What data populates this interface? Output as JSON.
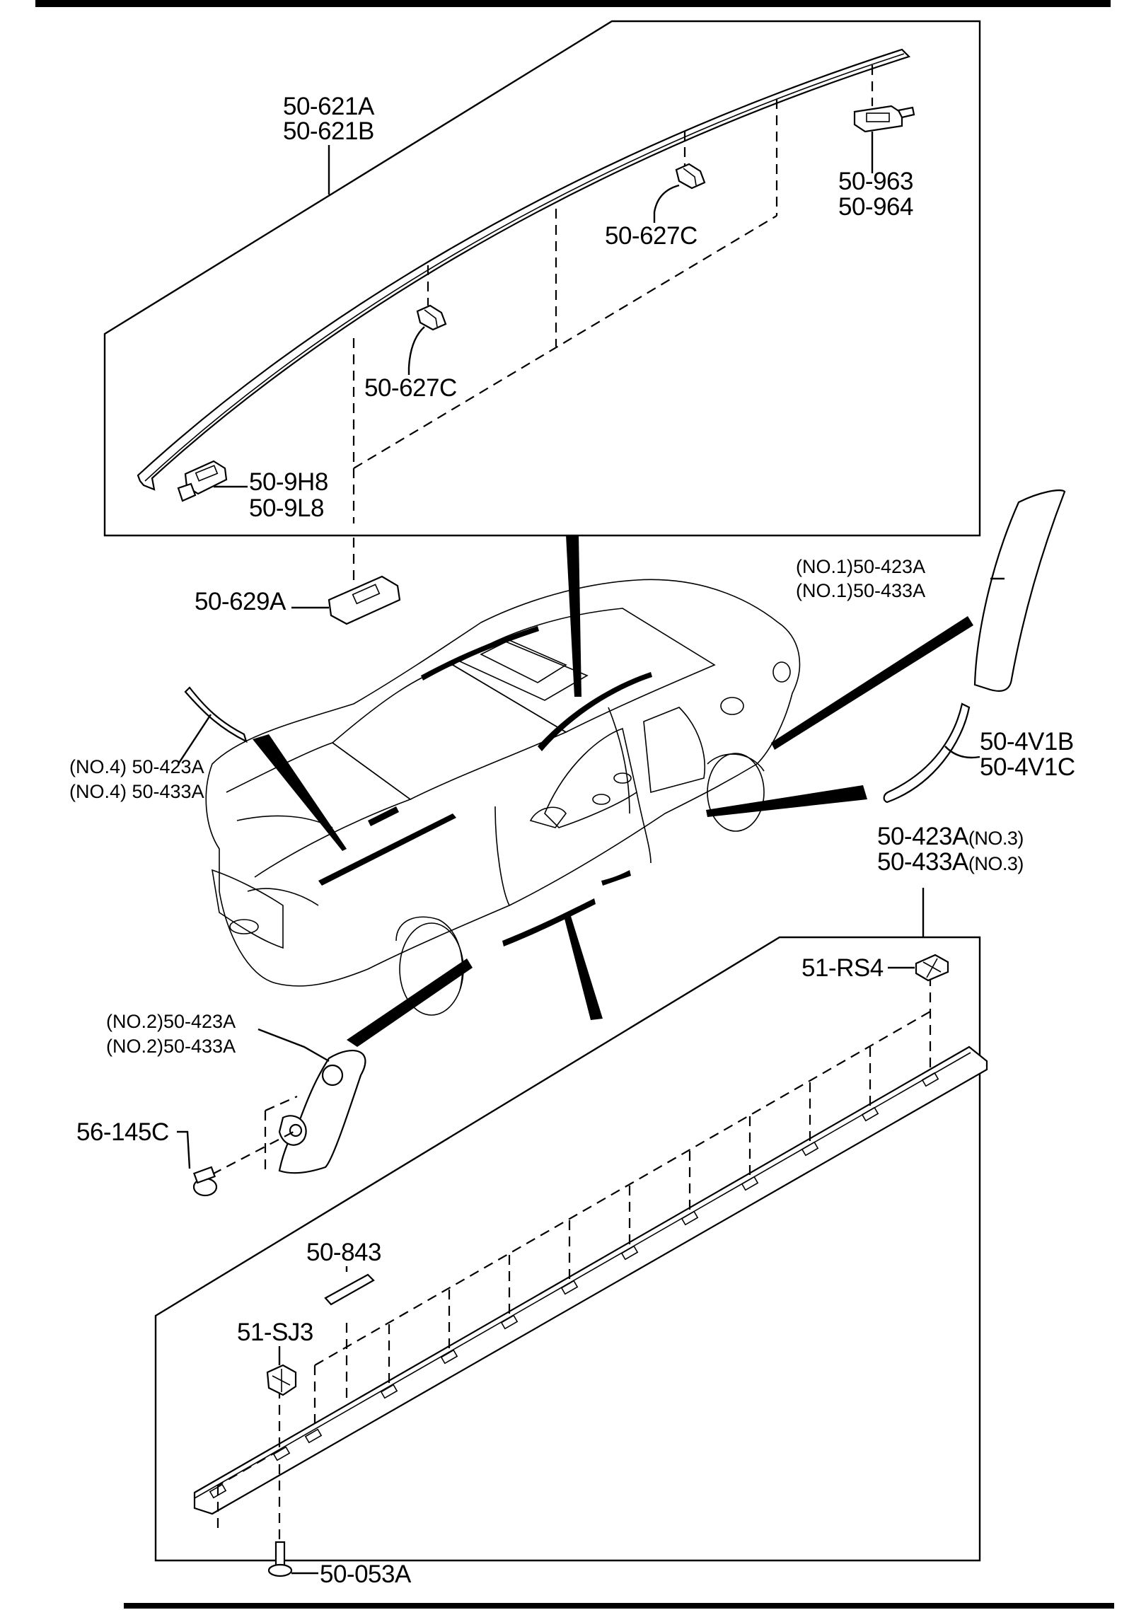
{
  "labels": {
    "roof_molding_a": "50-621A",
    "roof_molding_b": "50-621B",
    "clip_rear_a": "50-963",
    "clip_rear_b": "50-964",
    "clip_mid_upper": "50-627C",
    "clip_mid_lower": "50-627C",
    "clip_front_a": "50-9H8",
    "clip_front_b": "50-9L8",
    "clip_629a": "50-629A",
    "no1_a": "(NO.1)50-423A",
    "no1_b": "(NO.1)50-433A",
    "molding_4v1b": "50-4V1B",
    "molding_4v1c": "50-4V1C",
    "no4_a": "(NO.4) 50-423A",
    "no4_b": "(NO.4) 50-433A",
    "no3_a_part": "50-423A",
    "no3_a_suffix": "(NO.3)",
    "no3_b_part": "50-433A",
    "no3_b_suffix": "(NO.3)",
    "rs4": "51-RS4",
    "no2_a": "(NO.2)50-423A",
    "no2_b": "(NO.2)50-433A",
    "clip_145c": "56-145C",
    "part_843": "50-843",
    "sj3": "51-SJ3",
    "screw_053a": "50-053A"
  }
}
